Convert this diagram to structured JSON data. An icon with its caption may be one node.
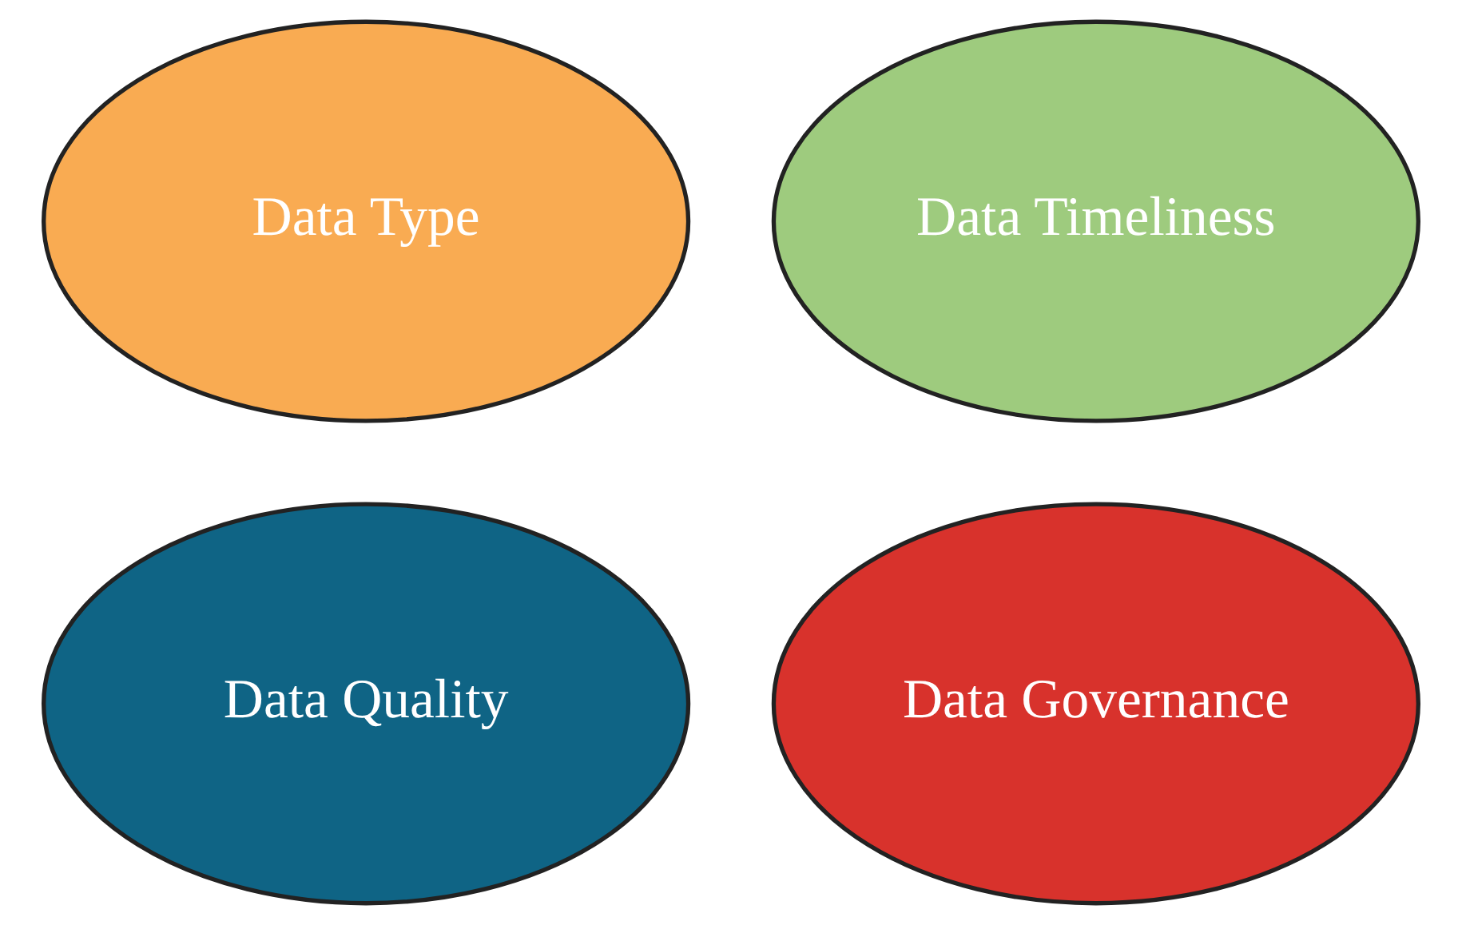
{
  "diagram": {
    "nodes": [
      {
        "text": [
          "Data Type"
        ]
      },
      {
        "text": [
          "Data Timeliness"
        ]
      },
      {
        "text": [
          "Data Quality"
        ]
      },
      {
        "text": [
          "Data Governance"
        ]
      }
    ]
  }
}
